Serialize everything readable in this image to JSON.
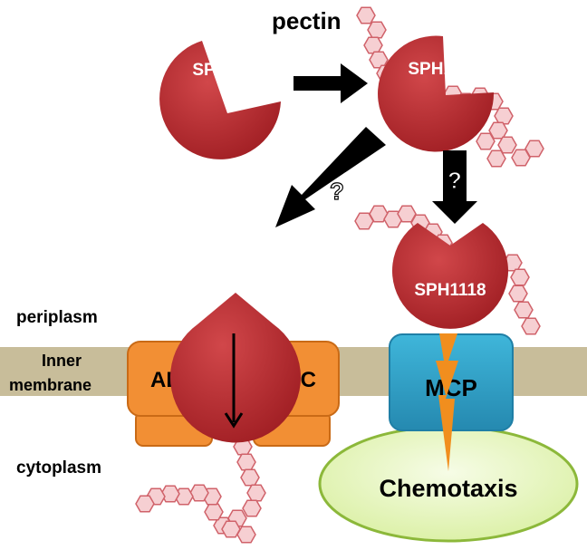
{
  "labels": {
    "pectin": "pectin",
    "protein": "SPH1118",
    "question": "?",
    "periplasm": "periplasm",
    "inner_membrane_line1": "Inner",
    "inner_membrane_line2": "membrane",
    "cytoplasm": "cytoplasm",
    "transporter": "ABC",
    "receptor": "MCP",
    "outcome": "Chemotaxis"
  },
  "colors": {
    "protein_fill": "#b5292c",
    "pectin_unit_fill": "#f6cfd2",
    "pectin_unit_stroke": "#d0626a",
    "membrane_fill": "#c8bd9a",
    "abc_fill": "#f28f34",
    "mcp_fill": "#2e9fc6",
    "signal_bolt": "#f18e1e",
    "chemotaxis_fill": "#e5f5c8",
    "chemotaxis_stroke": "#8cb83a",
    "arrow": "#000000"
  }
}
